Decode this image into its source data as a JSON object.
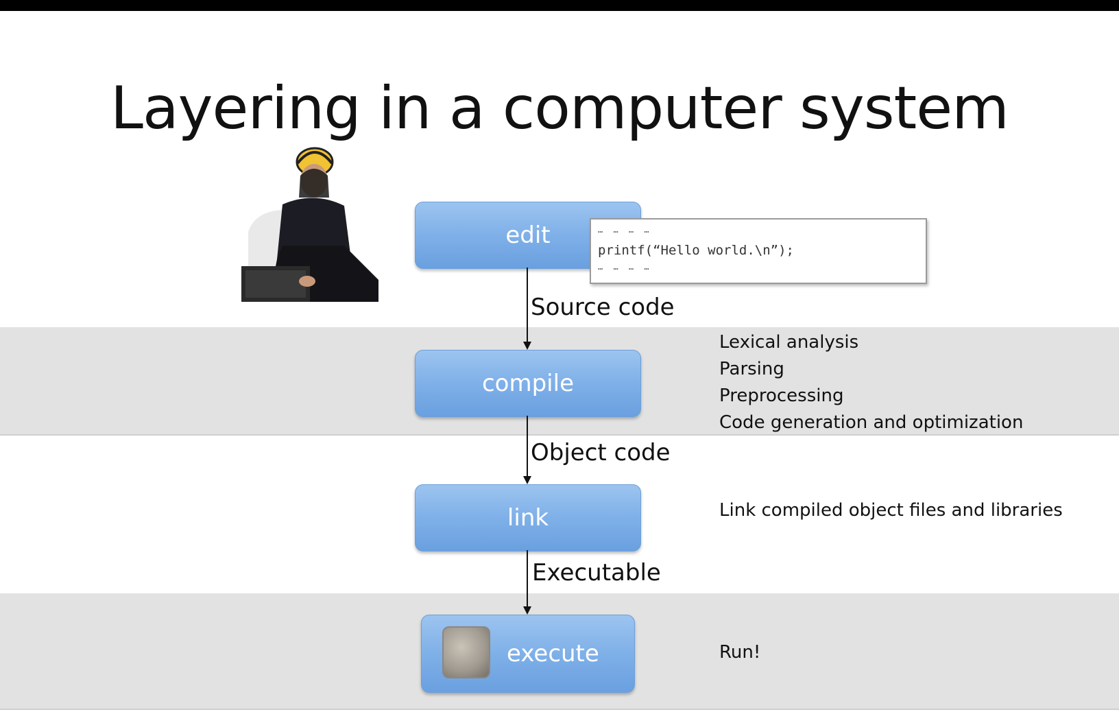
{
  "slide": {
    "title": "Layering in a computer system"
  },
  "stages": {
    "edit": "edit",
    "compile": "compile",
    "link": "link",
    "execute": "execute"
  },
  "edges": {
    "edit_to_compile": "Source code",
    "compile_to_link": "Object code",
    "link_to_execute": "Executable"
  },
  "code_snippet": {
    "dots_top": "… … … …",
    "line": "printf(“Hello world.\\n”);",
    "dots_bottom": "… … … …"
  },
  "notes": {
    "compile": [
      "Lexical analysis",
      "Parsing",
      "Preprocessing",
      "Code generation and optimization"
    ],
    "link": "Link compiled object files and libraries",
    "execute": "Run!"
  },
  "icons": {
    "person": "person-with-laptop-photo",
    "chip": "cpu-chip-icon"
  },
  "colors": {
    "box_top": "#9cc4f0",
    "box_bottom": "#6aa0e0",
    "band": "#e2e2e2"
  }
}
